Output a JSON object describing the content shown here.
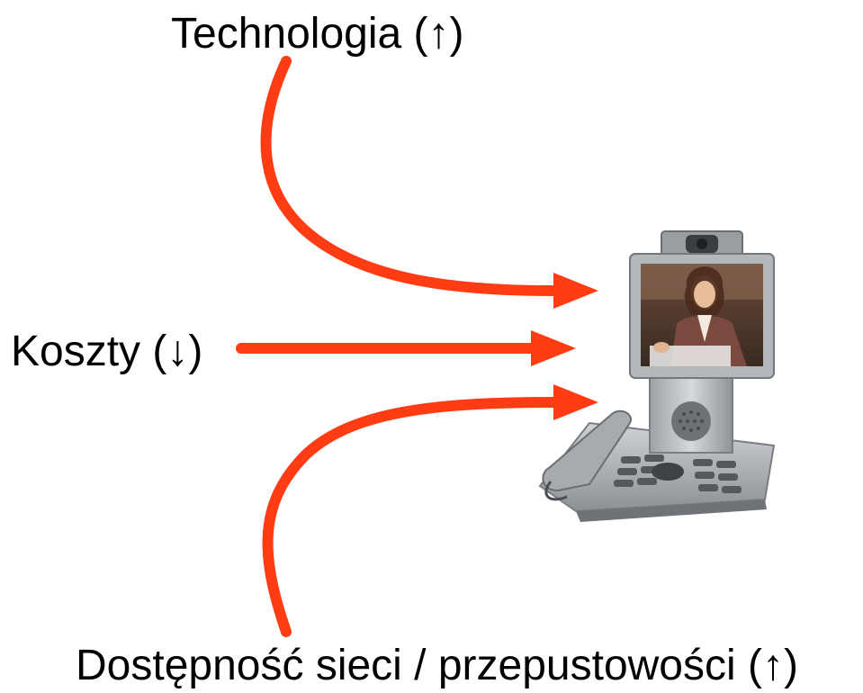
{
  "labels": {
    "technology": "Technologia (↑)",
    "costs": "Koszty (↓)",
    "network": "Dostępność sieci / przepustowości (↑)"
  },
  "colors": {
    "arrow": "#ff3c14",
    "text": "#000000",
    "device_body": "#b9bcc1",
    "device_dark": "#5a5d63"
  },
  "icons": {
    "device": "video-phone-icon"
  }
}
